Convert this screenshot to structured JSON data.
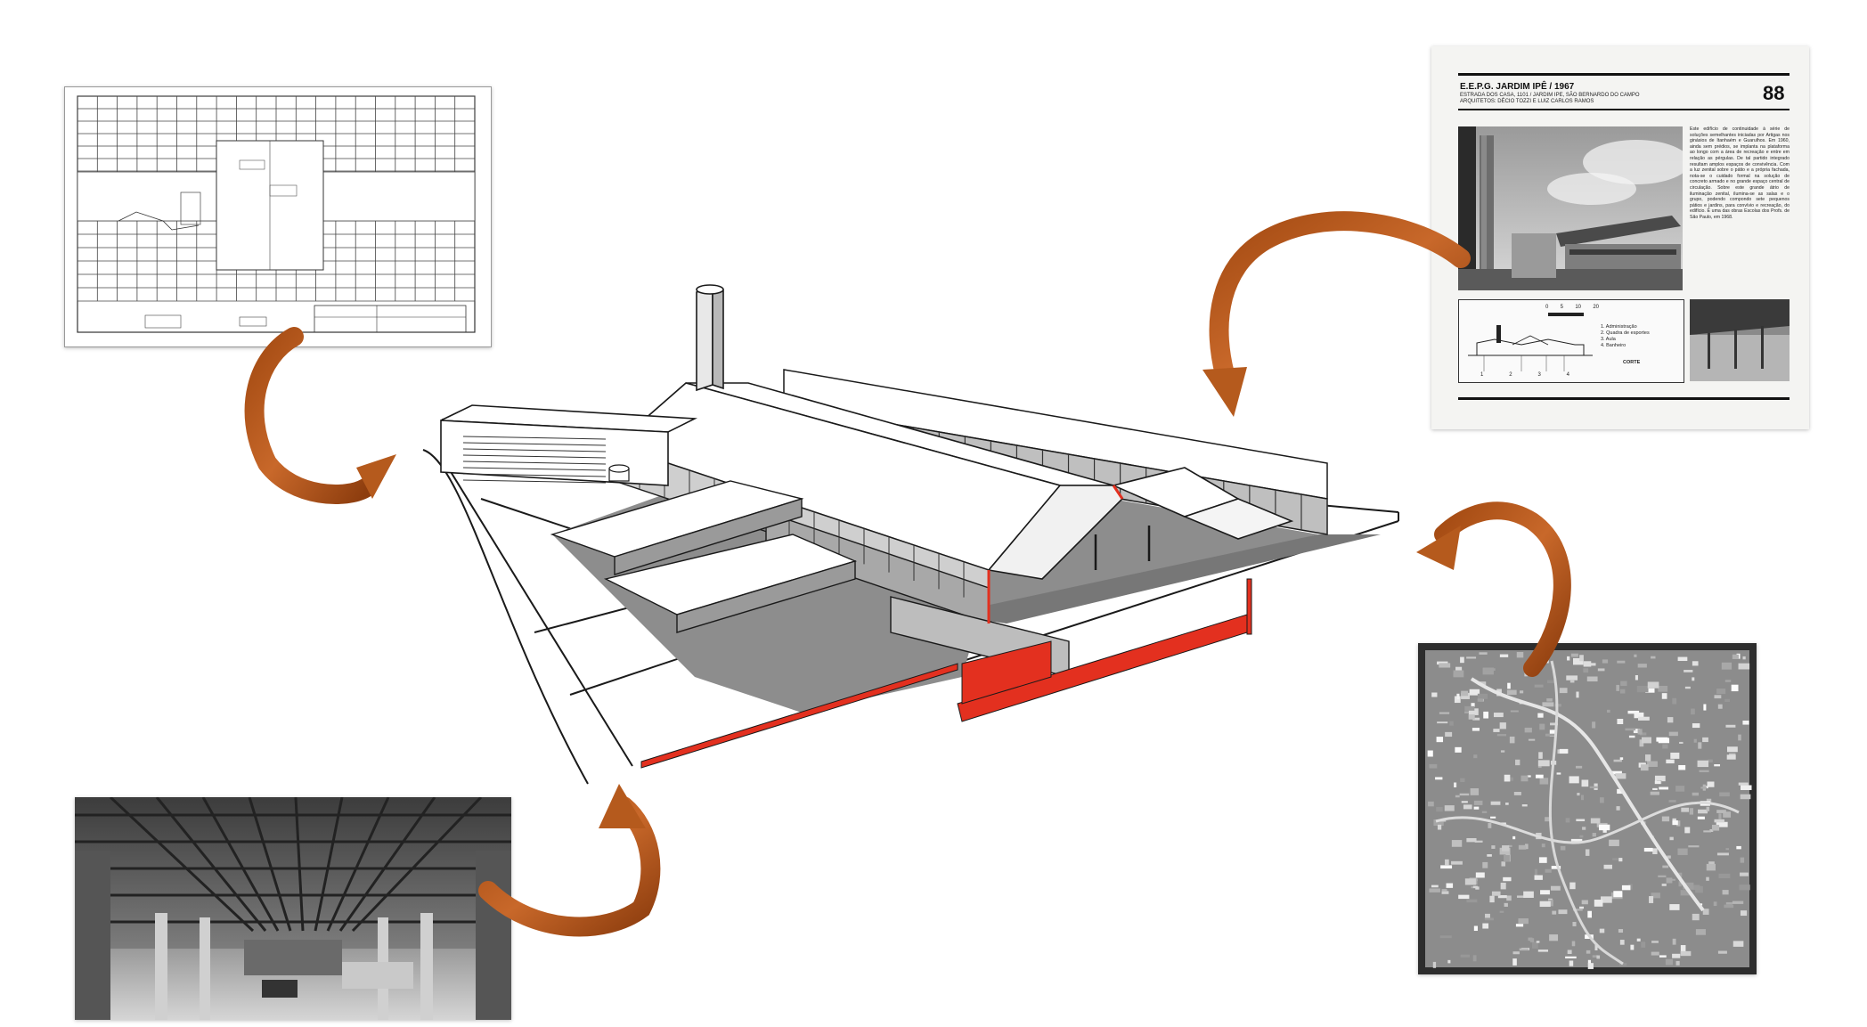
{
  "document": {
    "title": "E.E.P.G. JARDIM IPÊ / 1967",
    "subtitle_line1": "ESTRADA DOS CASA, 1101 / JARDIM IPE, SÃO BERNARDO DO CAMPO",
    "subtitle_line2": "ARQUITETOS: DÉCIO TOZZI E LUIZ CARLOS RAMOS",
    "page_number": "88",
    "body_text": "Este edifício de continuidade à série de soluções semelhantes iniciadas por Artigas nos ginásios de Itanhaém e Guarulhos. Em 1960, ainda sem prédios, se implanta na plataforma ao longo com a área de recreação e entre em relação as pérgulas. De tal partido integrado resultam amplos espaços de convivência. Com a luz zenital sobre o pátio e a própria fachada, nota-se o cuidado formal na solução de concreto armado e no grande espaço central de circulação. Sobre este grande átrio de iluminação zenital, ilumina-se as salas e o grupo, podendo compondo sete pequenos pátios e jardins, para convívio e recreação, do edifício. É uma das obras Escolas dos Profs. de São Paulo, em 1968.",
    "legend": [
      "1. Administração",
      "2. Quadra de esportes",
      "3. Aula",
      "4. Banheiro"
    ],
    "section_label": "CORTE",
    "scale_ticks": [
      "0",
      "5",
      "10",
      "20"
    ],
    "section_numbers": [
      "1",
      "2",
      "3",
      "4"
    ]
  },
  "colors": {
    "arrow": "#b85a1c",
    "accent_red": "#e3301f",
    "shadow_gray": "#8d8d8d",
    "line": "#1a1a1a"
  },
  "icons": {
    "arrow": "curved-arrow-icon"
  }
}
